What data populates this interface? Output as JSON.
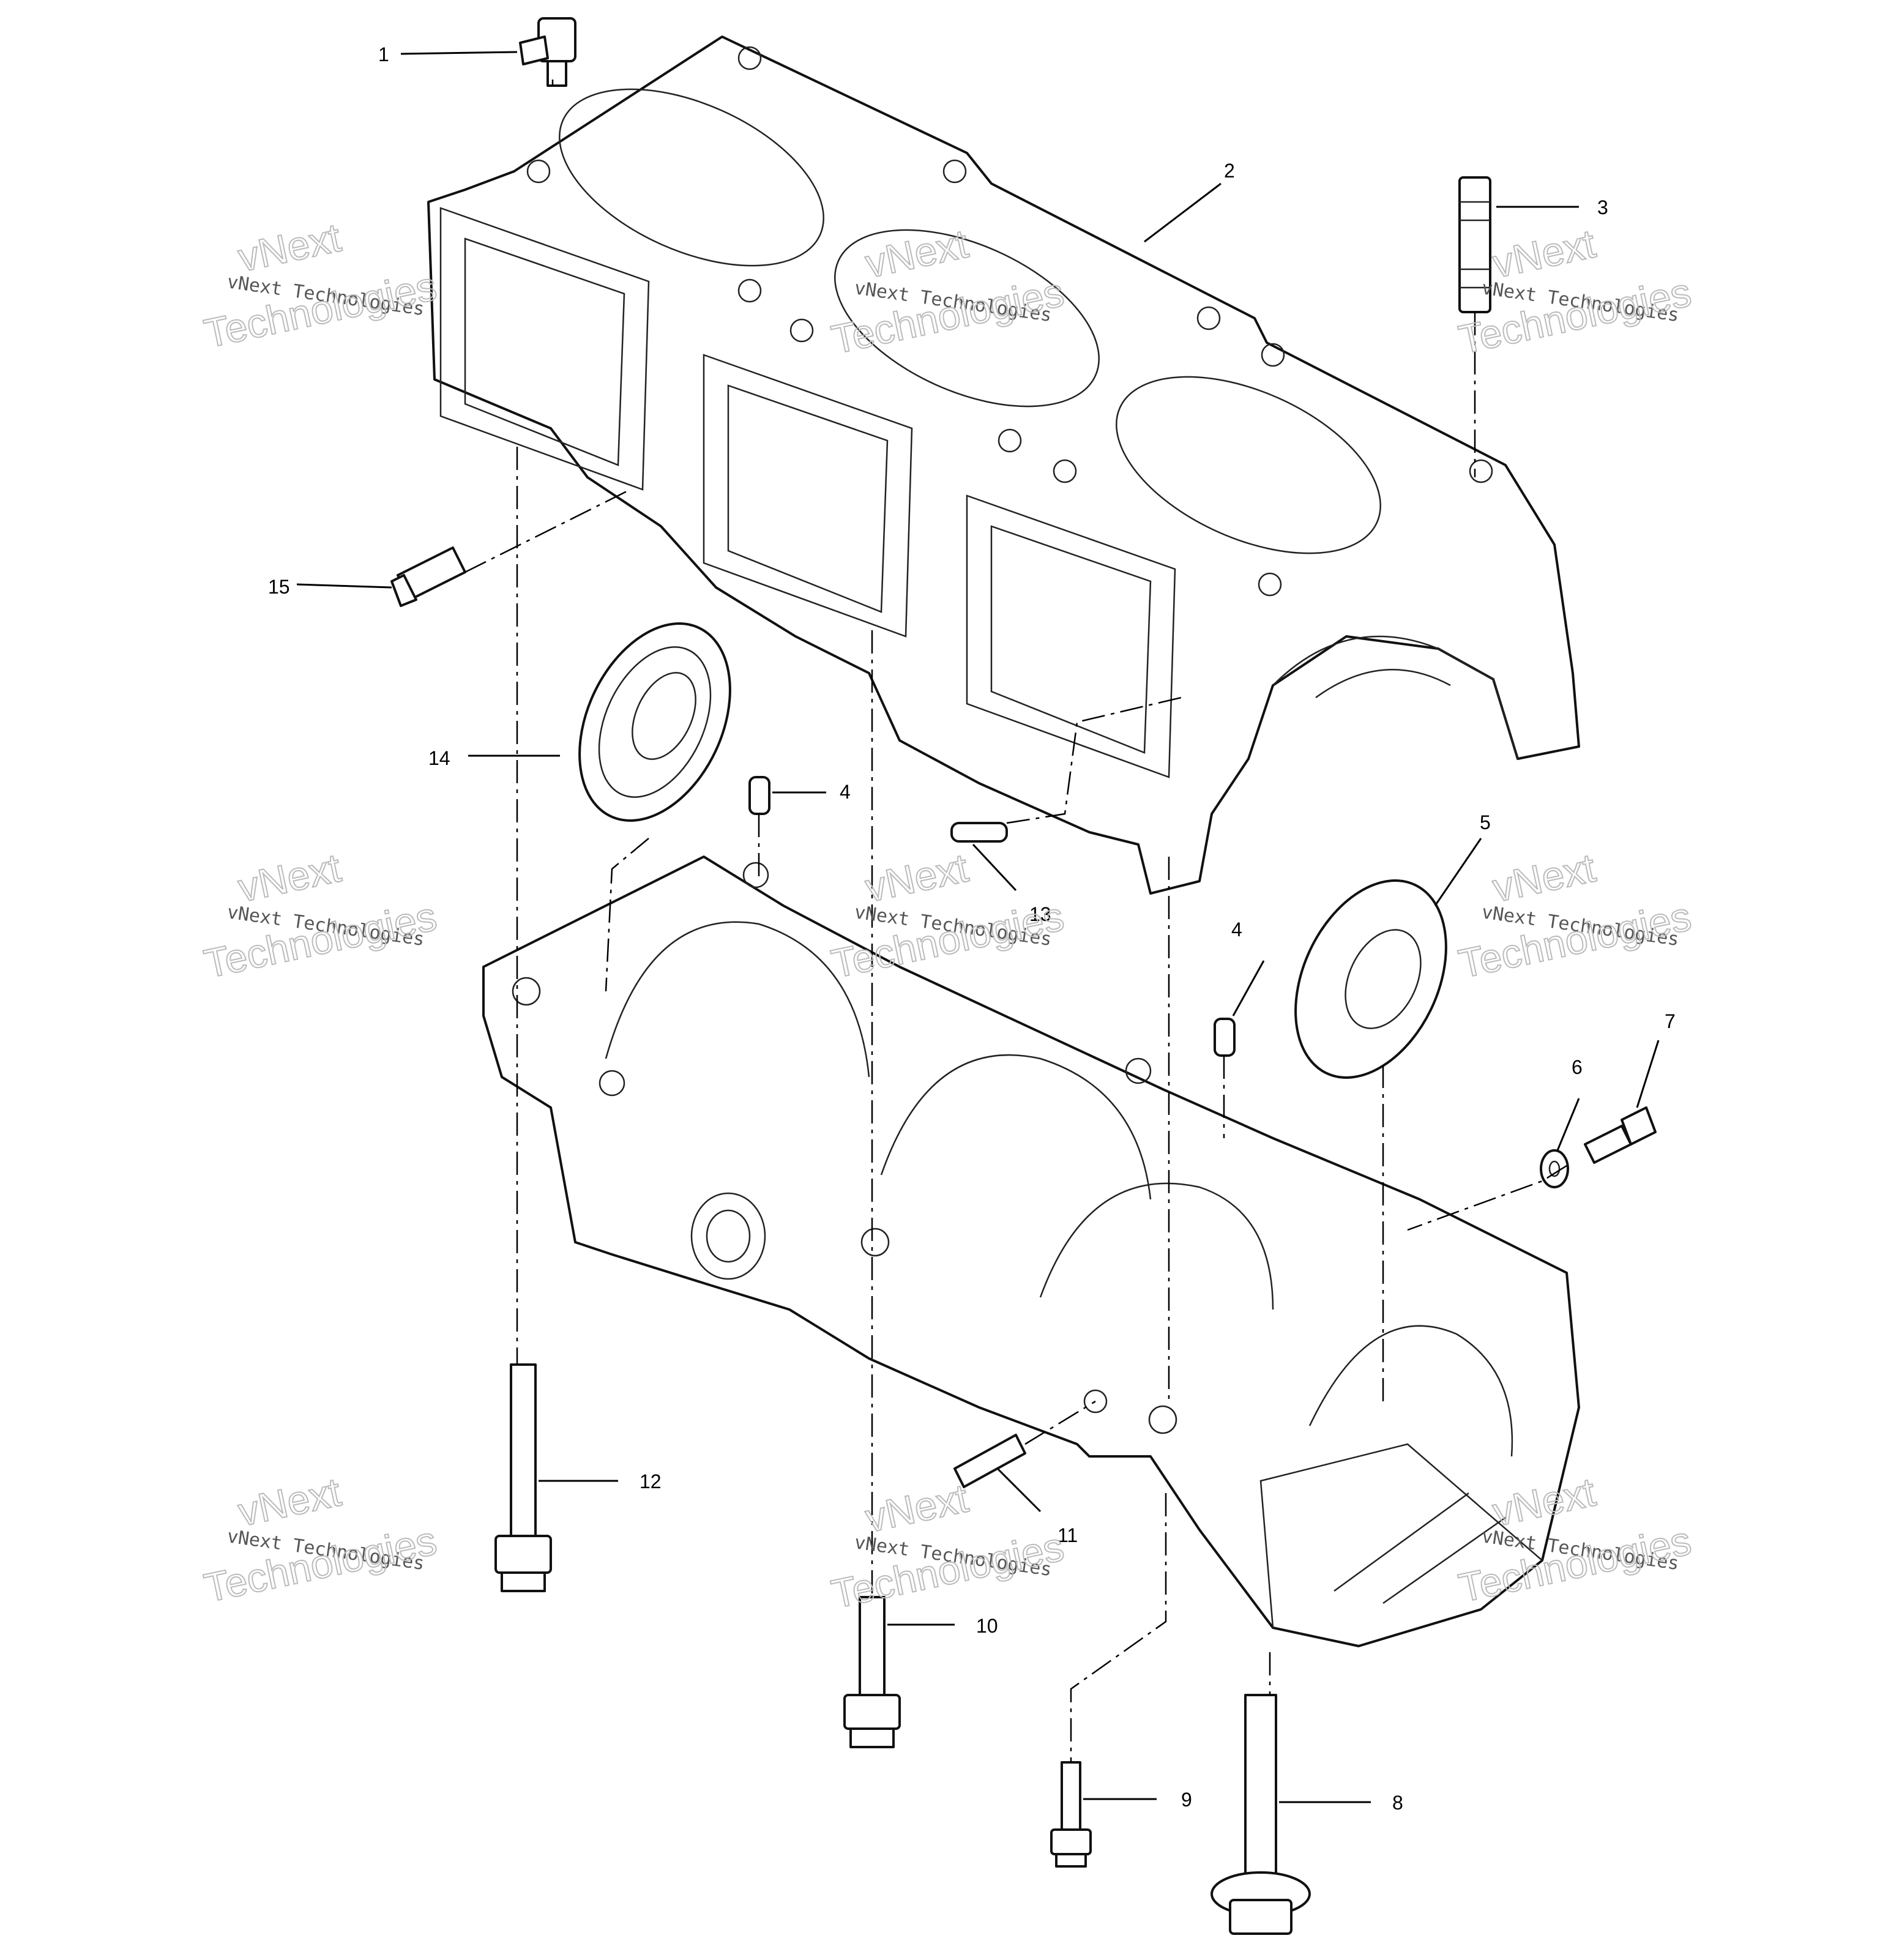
{
  "callouts": [
    "1",
    "2",
    "3",
    "4",
    "4",
    "5",
    "6",
    "7",
    "8",
    "9",
    "10",
    "11",
    "12",
    "13",
    "14",
    "15"
  ],
  "watermark": {
    "line1": "vNext Technologies",
    "line2": "vNext",
    "line3": "Technologies"
  },
  "colors": {
    "line": "#111111",
    "background": "#ffffff",
    "watermark": "#bbbbbb"
  }
}
